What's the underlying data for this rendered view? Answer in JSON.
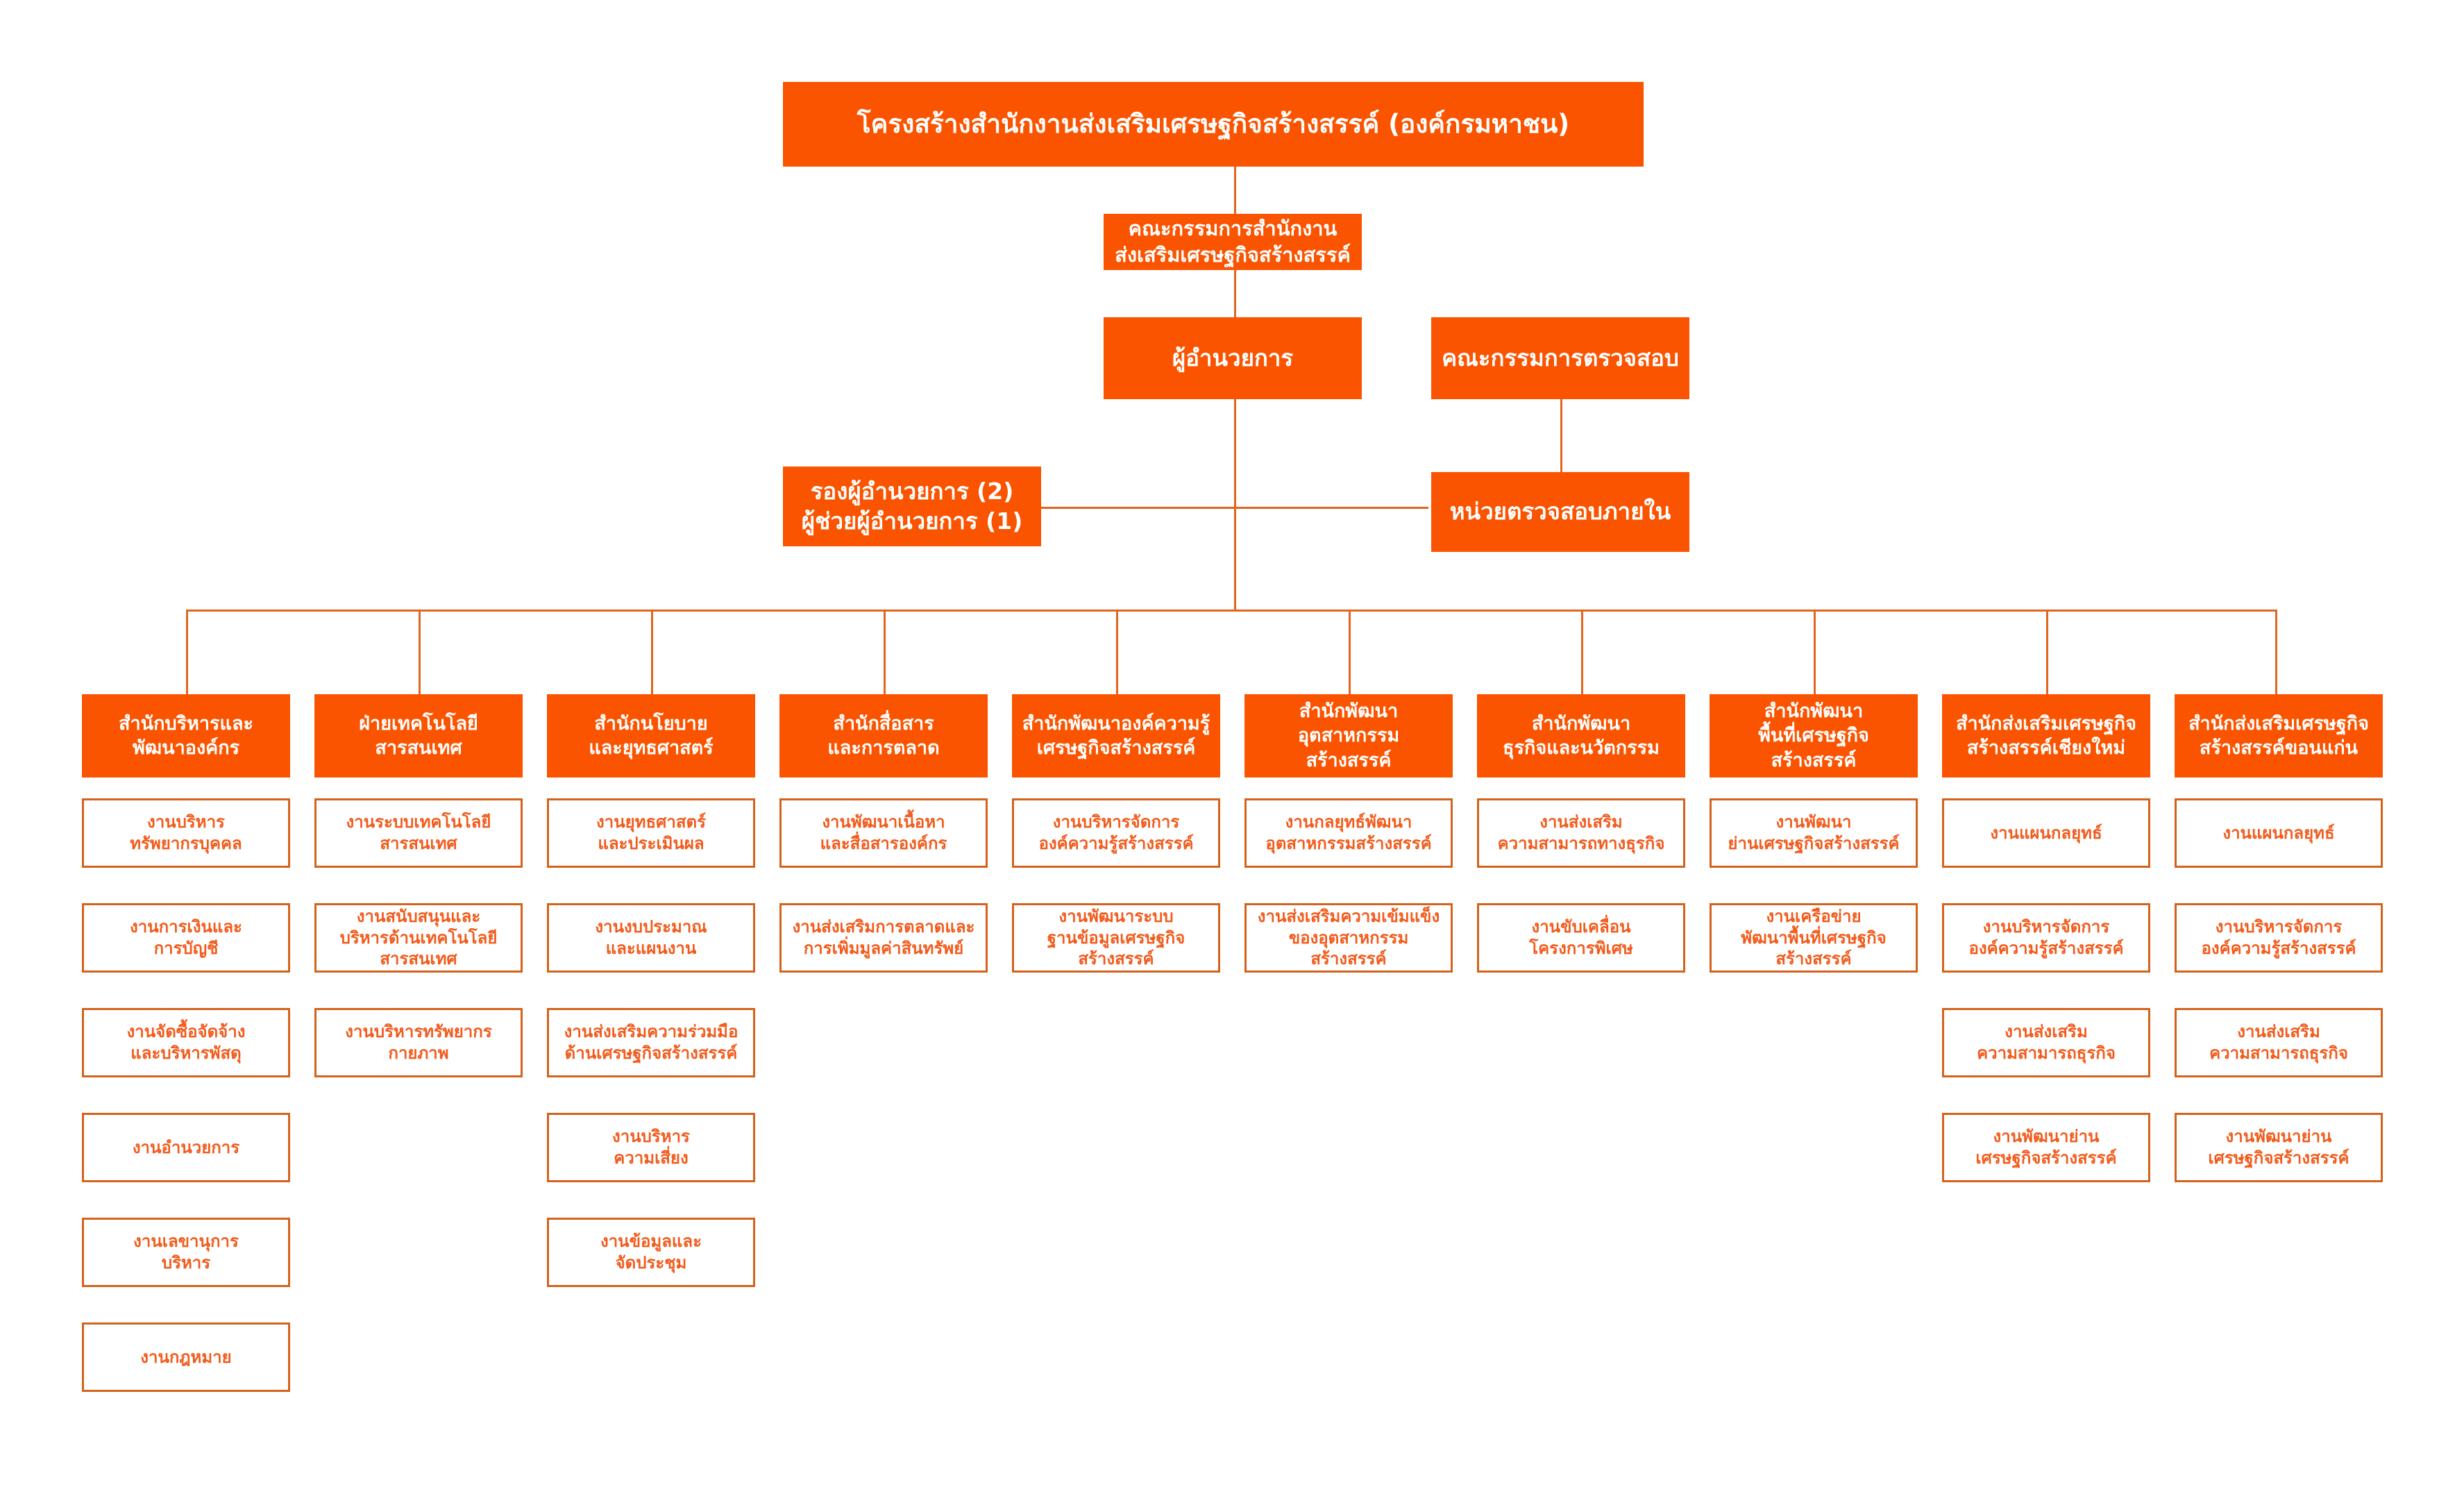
{
  "colors": {
    "node_fill": "#FA5400",
    "node_text": "#FFFFFF",
    "leaf_border": "#D4621B",
    "leaf_text": "#F25B1C",
    "connector": "#E2651E",
    "background": "#FFFFFF"
  },
  "chart_data": {
    "type": "diagram",
    "title": "โครงสร้างสำนักงานส่งเสริมเศรษฐกิจสร้างสรรค์ (องค์กรมหาชน)",
    "orientation": "top-down-tree",
    "levels": 4
  },
  "root": {
    "label": "โครงสร้างสำนักงานส่งเสริมเศรษฐกิจสร้างสรรค์ (องค์กรมหาชน)"
  },
  "governance": {
    "board": "คณะกรรมการสำนักงาน\nส่งเสริมเศรษฐกิจสร้างสรรค์",
    "director": "ผู้อำนวยการ",
    "audit_committee": "คณะกรรมการตรวจสอบ",
    "deputy": "รองผู้อำนวยการ (2)\nผู้ช่วยผู้อำนวยการ (1)",
    "internal_audit": "หน่วยตรวจสอบภายใน"
  },
  "departments": [
    {
      "name": "สำนักบริหารและ\nพัฒนาองค์กร",
      "units": [
        "งานบริหาร\nทรัพยากรบุคคล",
        "งานการเงินและ\nการบัญชี",
        "งานจัดซื้อจัดจ้าง\nและบริหารพัสดุ",
        "งานอำนวยการ",
        "งานเลขานุการ\nบริหาร",
        "งานกฎหมาย"
      ]
    },
    {
      "name": "ฝ่ายเทคโนโลยี\nสารสนเทศ",
      "units": [
        "งานระบบเทคโนโลยี\nสารสนเทศ",
        "งานสนับสนุนและ\nบริหารด้านเทคโนโลยี\nสารสนเทศ",
        "งานบริหารทรัพยากร\nกายภาพ"
      ]
    },
    {
      "name": "สำนักนโยบาย\nและยุทธศาสตร์",
      "units": [
        "งานยุทธศาสตร์\nและประเมินผล",
        "งานงบประมาณ\nและแผนงาน",
        "งานส่งเสริมความร่วมมือ\nด้านเศรษฐกิจสร้างสรรค์",
        "งานบริหาร\nความเสี่ยง",
        "งานข้อมูลและ\nจัดประชุม"
      ]
    },
    {
      "name": "สำนักสื่อสาร\nและการตลาด",
      "units": [
        "งานพัฒนาเนื้อหา\nและสื่อสารองค์กร",
        "งานส่งเสริมการตลาดและ\nการเพิ่มมูลค่าสินทรัพย์"
      ]
    },
    {
      "name": "สำนักพัฒนาองค์ความรู้\nเศรษฐกิจสร้างสรรค์",
      "units": [
        "งานบริหารจัดการ\nองค์ความรู้สร้างสรรค์",
        "งานพัฒนาระบบ\nฐานข้อมูลเศรษฐกิจ\nสร้างสรรค์"
      ]
    },
    {
      "name": "สำนักพัฒนาอุตสาหกรรม\nสร้างสรรค์",
      "units": [
        "งานกลยุทธ์พัฒนา\nอุตสาหกรรมสร้างสรรค์",
        "งานส่งเสริมความเข้มแข็ง\nของอุตสาหกรรมสร้างสรรค์"
      ]
    },
    {
      "name": "สำนักพัฒนา\nธุรกิจและนวัตกรรม",
      "units": [
        "งานส่งเสริม\nความสามารถทางธุรกิจ",
        "งานขับเคลื่อน\nโครงการพิเศษ"
      ]
    },
    {
      "name": "สำนักพัฒนา\nพื้นที่เศรษฐกิจสร้างสรรค์",
      "units": [
        "งานพัฒนา\nย่านเศรษฐกิจสร้างสรรค์",
        "งานเครือข่าย\nพัฒนาพื้นที่เศรษฐกิจ\nสร้างสรรค์"
      ]
    },
    {
      "name": "สำนักส่งเสริมเศรษฐกิจ\nสร้างสรรค์เชียงใหม่",
      "units": [
        "งานแผนกลยุทธ์",
        "งานบริหารจัดการ\nองค์ความรู้สร้างสรรค์",
        "งานส่งเสริม\nความสามารถธุรกิจ",
        "งานพัฒนาย่าน\nเศรษฐกิจสร้างสรรค์"
      ]
    },
    {
      "name": "สำนักส่งเสริมเศรษฐกิจ\nสร้างสรรค์ขอนแก่น",
      "units": [
        "งานแผนกลยุทธ์",
        "งานบริหารจัดการ\nองค์ความรู้สร้างสรรค์",
        "งานส่งเสริม\nความสามารถธุรกิจ",
        "งานพัฒนาย่าน\nเศรษฐกิจสร้างสรรค์"
      ]
    }
  ]
}
